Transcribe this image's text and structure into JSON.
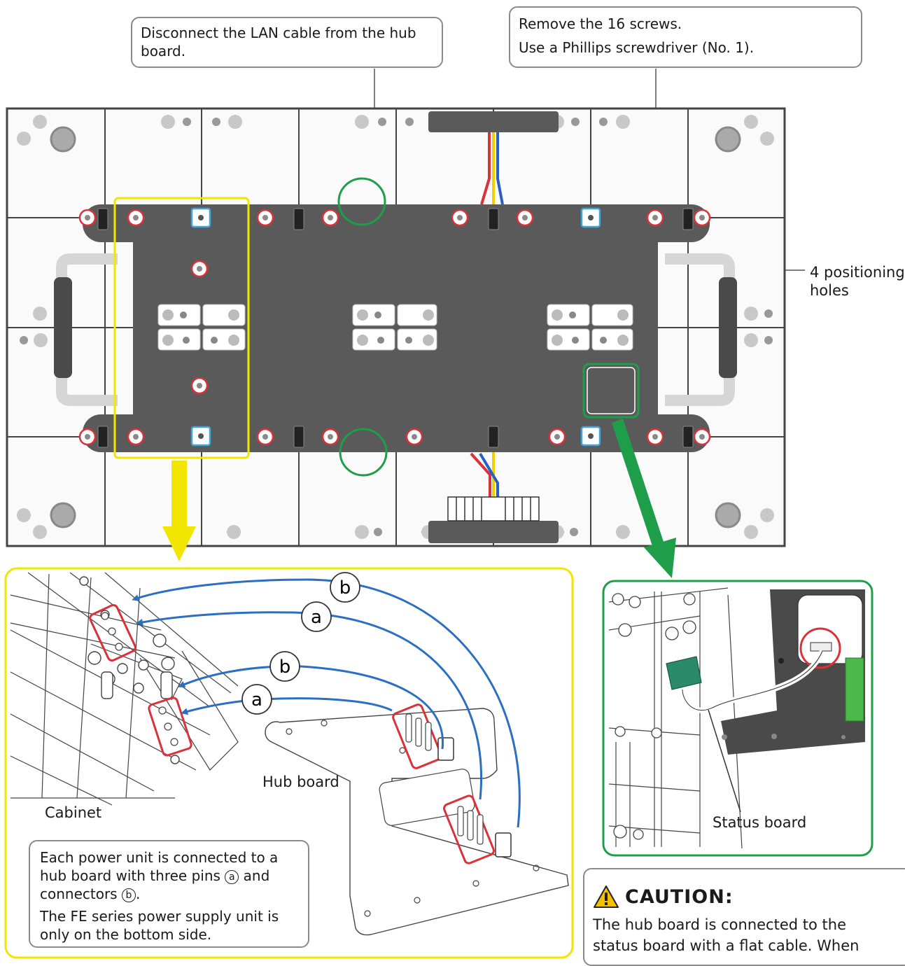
{
  "callouts": {
    "lan": "Disconnect the LAN cable from the hub board.",
    "screws_line1": "Remove the 16 screws.",
    "screws_line2": "Use a Phillips screwdriver (No. 1).",
    "positioning_line1": "4 positioning",
    "positioning_line2": "holes"
  },
  "detail_left": {
    "hub_board": "Hub board",
    "cabinet": "Cabinet",
    "marker_a": "a",
    "marker_b": "b",
    "note_line1": "Each power unit is connected to a",
    "note_line2a": "hub board with three pins",
    "note_line2b": "and",
    "note_line3a": "connectors",
    "note_line3b": ".",
    "note_line4": "The FE series power supply unit is",
    "note_line5": "only on the bottom side."
  },
  "detail_right": {
    "status_board": "Status board"
  },
  "caution": {
    "title": "CAUTION:",
    "line1": "The hub board is connected to the",
    "line2": "status board with a flat cable. When"
  },
  "colors": {
    "yellow": "#f2e600",
    "green": "#1f9e4a",
    "blue_arrow": "#2a6fc2",
    "red_screw": "#d9323a",
    "cyan_hole": "#3ea6d8",
    "plate": "#5a5a5a"
  }
}
